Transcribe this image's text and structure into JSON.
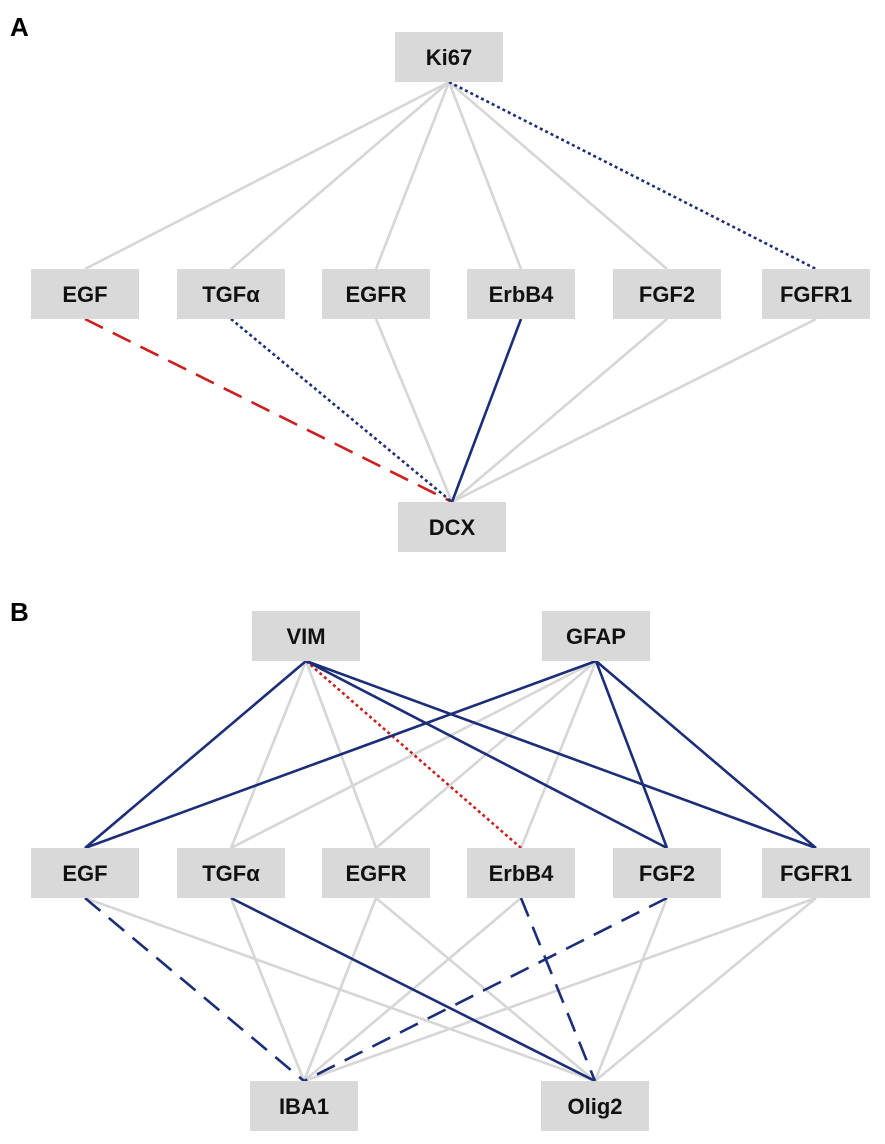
{
  "colors": {
    "node_fill": "#d9d9d9",
    "neutral_edge": "#d6d6d6",
    "positive_edge": "#1c2e78",
    "negative_edge": "#cc1f1f"
  },
  "panels": [
    {
      "id": "A",
      "label": "A",
      "nodes": [
        {
          "id": "ki67",
          "label": "Ki67"
        },
        {
          "id": "egf",
          "label": "EGF"
        },
        {
          "id": "tgfa",
          "label": "TGFα"
        },
        {
          "id": "egfr",
          "label": "EGFR"
        },
        {
          "id": "erbb4",
          "label": "ErbB4"
        },
        {
          "id": "fgf2",
          "label": "FGF2"
        },
        {
          "id": "fgfr1",
          "label": "FGFR1"
        },
        {
          "id": "dcx",
          "label": "DCX"
        }
      ],
      "edges": [
        {
          "from": "ki67",
          "to": "egf",
          "color": "neutral",
          "style": "solid"
        },
        {
          "from": "ki67",
          "to": "tgfa",
          "color": "neutral",
          "style": "solid"
        },
        {
          "from": "ki67",
          "to": "egfr",
          "color": "neutral",
          "style": "solid"
        },
        {
          "from": "ki67",
          "to": "erbb4",
          "color": "neutral",
          "style": "solid"
        },
        {
          "from": "ki67",
          "to": "fgf2",
          "color": "neutral",
          "style": "solid"
        },
        {
          "from": "ki67",
          "to": "fgfr1",
          "color": "positive",
          "style": "dotted"
        },
        {
          "from": "egf",
          "to": "dcx",
          "color": "negative",
          "style": "dashed"
        },
        {
          "from": "tgfa",
          "to": "dcx",
          "color": "positive",
          "style": "dotted"
        },
        {
          "from": "egfr",
          "to": "dcx",
          "color": "neutral",
          "style": "solid"
        },
        {
          "from": "erbb4",
          "to": "dcx",
          "color": "positive",
          "style": "solid"
        },
        {
          "from": "fgf2",
          "to": "dcx",
          "color": "neutral",
          "style": "solid"
        },
        {
          "from": "fgfr1",
          "to": "dcx",
          "color": "neutral",
          "style": "solid"
        }
      ]
    },
    {
      "id": "B",
      "label": "B",
      "nodes": [
        {
          "id": "vim",
          "label": "VIM"
        },
        {
          "id": "gfap",
          "label": "GFAP"
        },
        {
          "id": "egf",
          "label": "EGF"
        },
        {
          "id": "tgfa",
          "label": "TGFα"
        },
        {
          "id": "egfr",
          "label": "EGFR"
        },
        {
          "id": "erbb4",
          "label": "ErbB4"
        },
        {
          "id": "fgf2",
          "label": "FGF2"
        },
        {
          "id": "fgfr1",
          "label": "FGFR1"
        },
        {
          "id": "iba1",
          "label": "IBA1"
        },
        {
          "id": "olig2",
          "label": "Olig2"
        }
      ],
      "edges": [
        {
          "from": "vim",
          "to": "tgfa",
          "color": "neutral",
          "style": "solid"
        },
        {
          "from": "vim",
          "to": "egfr",
          "color": "neutral",
          "style": "solid"
        },
        {
          "from": "gfap",
          "to": "tgfa",
          "color": "neutral",
          "style": "solid"
        },
        {
          "from": "gfap",
          "to": "egfr",
          "color": "neutral",
          "style": "solid"
        },
        {
          "from": "gfap",
          "to": "erbb4",
          "color": "neutral",
          "style": "solid"
        },
        {
          "from": "egf",
          "to": "olig2",
          "color": "neutral",
          "style": "solid"
        },
        {
          "from": "tgfa",
          "to": "iba1",
          "color": "neutral",
          "style": "solid"
        },
        {
          "from": "egfr",
          "to": "iba1",
          "color": "neutral",
          "style": "solid"
        },
        {
          "from": "egfr",
          "to": "olig2",
          "color": "neutral",
          "style": "solid"
        },
        {
          "from": "erbb4",
          "to": "iba1",
          "color": "neutral",
          "style": "solid"
        },
        {
          "from": "fgf2",
          "to": "olig2",
          "color": "neutral",
          "style": "solid"
        },
        {
          "from": "fgfr1",
          "to": "iba1",
          "color": "neutral",
          "style": "solid"
        },
        {
          "from": "fgfr1",
          "to": "olig2",
          "color": "neutral",
          "style": "solid"
        },
        {
          "from": "vim",
          "to": "egf",
          "color": "positive",
          "style": "solid"
        },
        {
          "from": "vim",
          "to": "erbb4",
          "color": "negative",
          "style": "dotted"
        },
        {
          "from": "vim",
          "to": "fgf2",
          "color": "positive",
          "style": "solid"
        },
        {
          "from": "vim",
          "to": "fgfr1",
          "color": "positive",
          "style": "solid"
        },
        {
          "from": "gfap",
          "to": "egf",
          "color": "positive",
          "style": "solid"
        },
        {
          "from": "gfap",
          "to": "fgf2",
          "color": "positive",
          "style": "solid"
        },
        {
          "from": "gfap",
          "to": "fgfr1",
          "color": "positive",
          "style": "solid"
        },
        {
          "from": "egf",
          "to": "iba1",
          "color": "positive",
          "style": "dashed"
        },
        {
          "from": "tgfa",
          "to": "olig2",
          "color": "positive",
          "style": "solid"
        },
        {
          "from": "erbb4",
          "to": "olig2",
          "color": "positive",
          "style": "dashed"
        },
        {
          "from": "fgf2",
          "to": "iba1",
          "color": "positive",
          "style": "dashed"
        }
      ]
    }
  ]
}
